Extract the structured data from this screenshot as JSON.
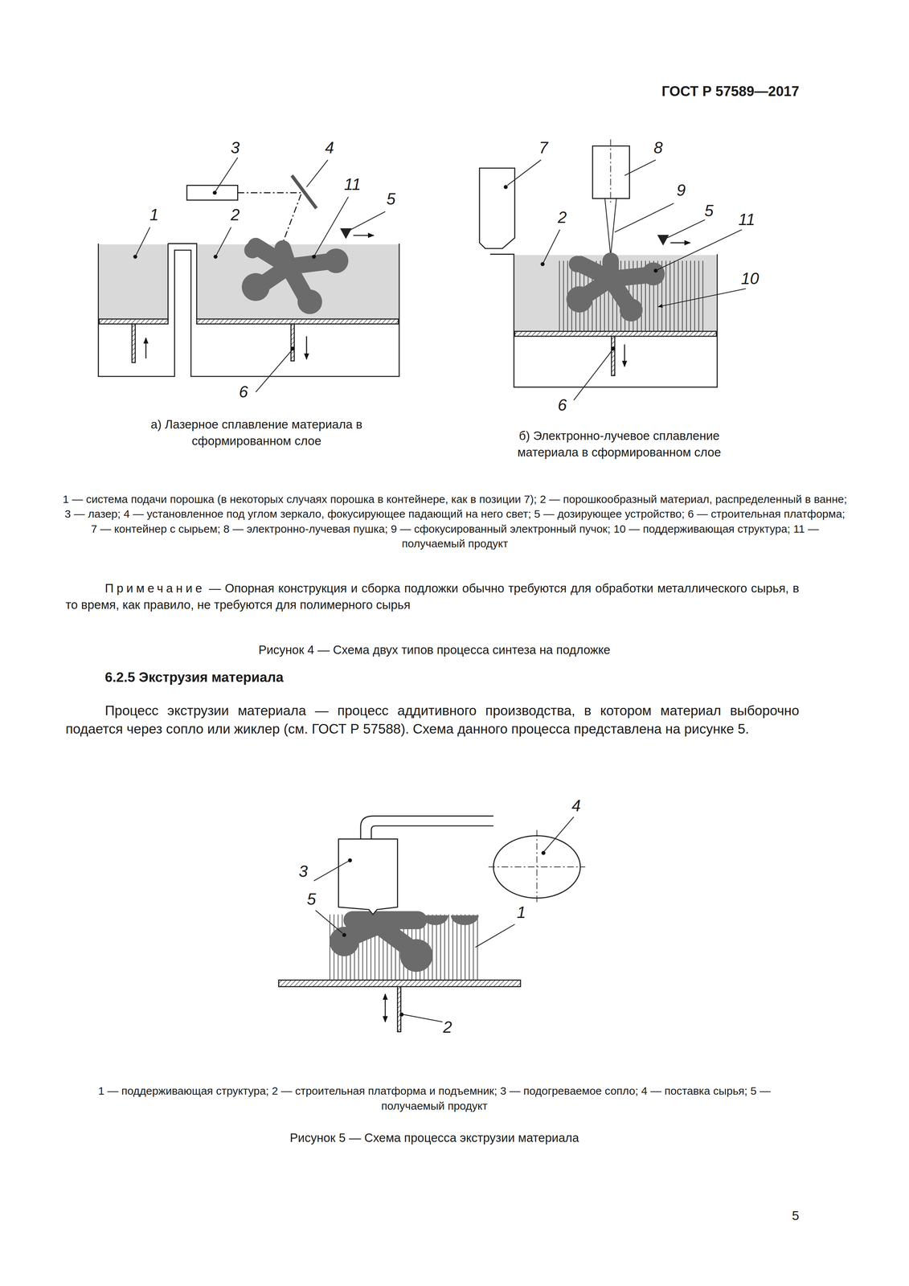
{
  "diagram": {
    "labels": [
      "ГОСТ Р 57589—2017",
      "3",
      "4",
      "11",
      "1",
      "2",
      "5",
      "6",
      "7",
      "8",
      "9",
      "2",
      "5",
      "11",
      "10",
      "6",
      "а) Лазерное сплавление материала в сформированном слое",
      "б) Электронно-лучевое сплавление материала в сформированном слое",
      "1 — система подачи порошка (в некоторых случаях порошка в контейнере, как в позиции 7); 2 — порошкообразный материал, распределенный в ванне; 3 — лазер; 4 — установленное под углом зеркало, фокусирующее падающий на него свет; 5 — дозирующее устройство; 6 — строительная платформа; 7 — контейнер с сырьем; 8 — электронно-лучевая пушка; 9 — сфокусированный электронный пучок; 10 — поддерживающая структура; 11 — получаемый продукт",
      "Примечание",
      "— Опорная конструкция и сборка подложки обычно требуются для обработки металлического сырья, в то время, как правило, не требуются для полимерного сырья",
      "Рисунок 4 — Схема двух типов процесса синтеза на подложке",
      "6.2.5 Экструзия материала",
      "Процесс экструзии материала — процесс аддитивного производства, в котором материал выборочно подается через сопло или жиклер (см. ГОСТ Р 57588). Схема данного процесса представлена на рисунке 5.",
      "4",
      "3",
      "5",
      "1",
      "2",
      "1 — поддерживающая структура; 2 — строительная платформа и подъемник; 3 — подогреваемое сопло; 4 — поставка сырья; 5 — получаемый продукт",
      "Рисунок 5 — Схема процесса экструзии материала",
      "5"
    ]
  }
}
